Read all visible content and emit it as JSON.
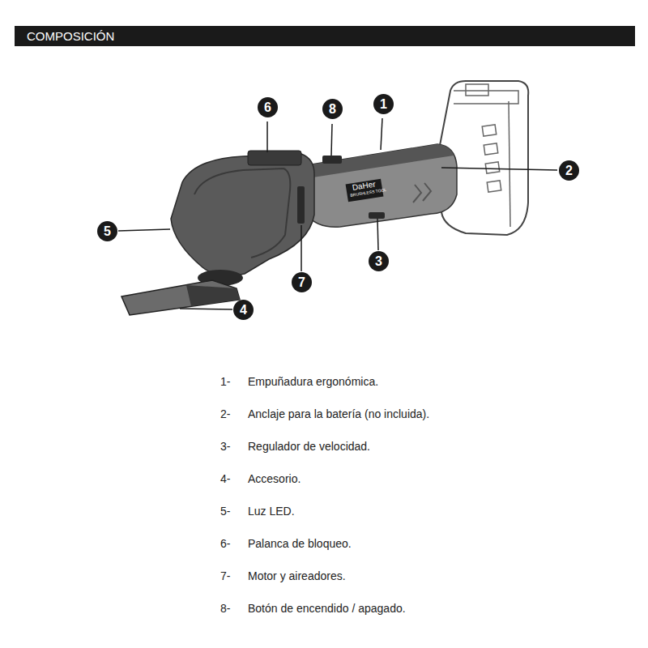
{
  "diagram": {
    "title": "COMPOSICIÓN",
    "nodes": [
      {
        "text": [
          "6"
        ]
      },
      {
        "text": [
          "8"
        ]
      },
      {
        "text": [
          "1"
        ]
      },
      {
        "text": [
          "2"
        ]
      },
      {
        "text": [
          "5"
        ]
      },
      {
        "text": [
          "3"
        ]
      },
      {
        "text": [
          "7"
        ]
      },
      {
        "text": [
          "4"
        ]
      }
    ],
    "labels": [
      "DaHer",
      "BRUSHLESS TOOL",
      "1-",
      "Empuñadura ergonómica.",
      "2-",
      "Anclaje para la batería (no incluida).",
      "3-",
      "Regulador de velocidad.",
      "4-",
      "Accesorio.",
      "5-",
      "Luz LED.",
      "6-",
      "Palanca de bloqueo.",
      "7-",
      "Motor y aireadores.",
      "8-",
      "Botón de encendido / apagado."
    ]
  }
}
